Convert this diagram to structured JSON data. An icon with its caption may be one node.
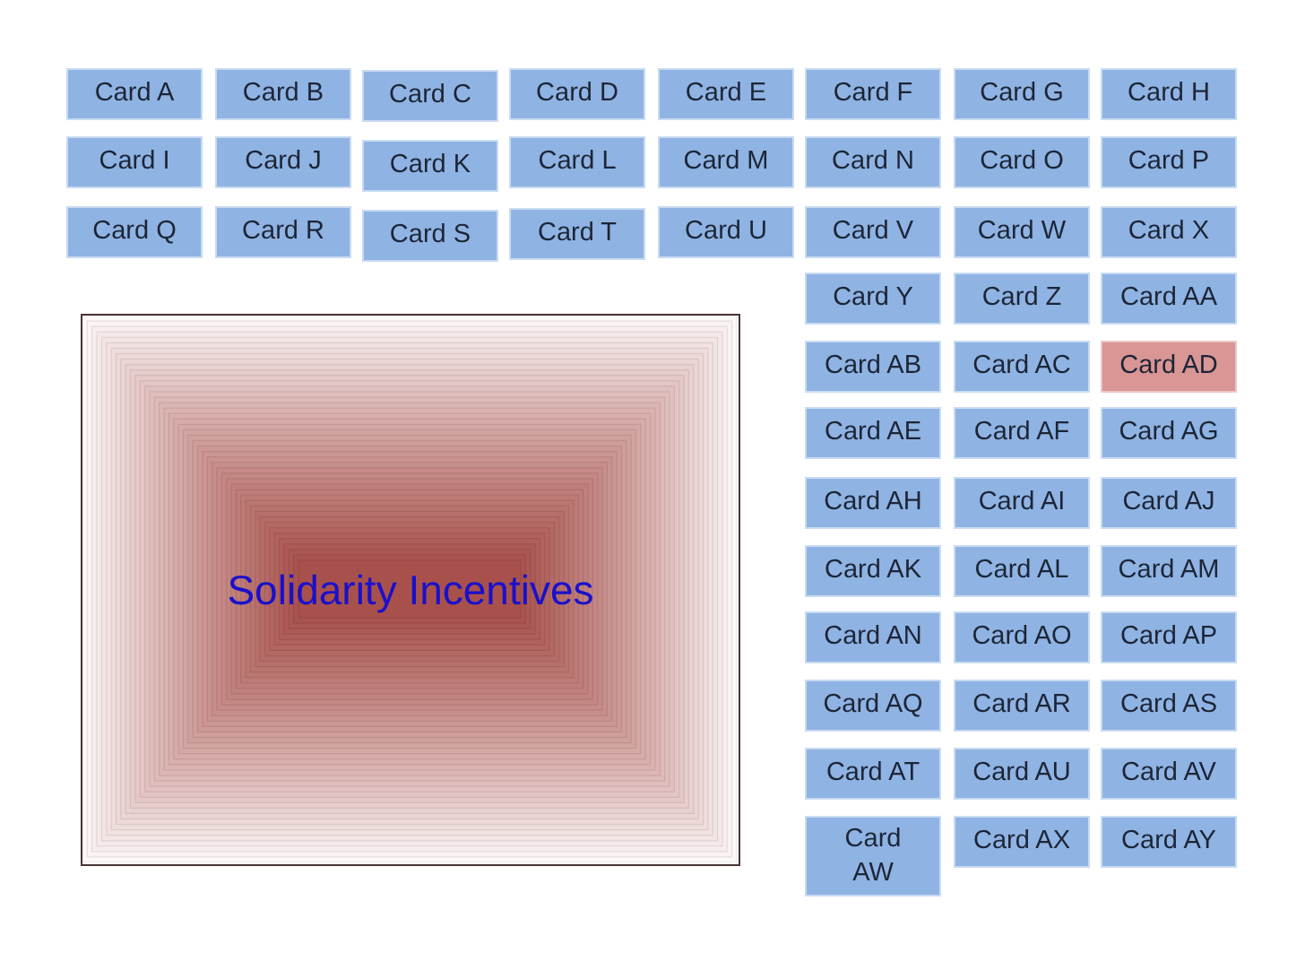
{
  "diagram": {
    "nodes": [
      {
        "text": [
          "Card A"
        ]
      },
      {
        "text": [
          "Card B"
        ]
      },
      {
        "text": [
          "Card C"
        ]
      },
      {
        "text": [
          "Card D"
        ]
      },
      {
        "text": [
          "Card E"
        ]
      },
      {
        "text": [
          "Card F"
        ]
      },
      {
        "text": [
          "Card G"
        ]
      },
      {
        "text": [
          "Card H"
        ]
      },
      {
        "text": [
          "Card I"
        ]
      },
      {
        "text": [
          "Card J"
        ]
      },
      {
        "text": [
          "Card K"
        ]
      },
      {
        "text": [
          "Card L"
        ]
      },
      {
        "text": [
          "Card M"
        ]
      },
      {
        "text": [
          "Card N"
        ]
      },
      {
        "text": [
          "Card O"
        ]
      },
      {
        "text": [
          "Card P"
        ]
      },
      {
        "text": [
          "Card Q"
        ]
      },
      {
        "text": [
          "Card R"
        ]
      },
      {
        "text": [
          "Card S"
        ]
      },
      {
        "text": [
          "Card T"
        ]
      },
      {
        "text": [
          "Card U"
        ]
      },
      {
        "text": [
          "Card V"
        ]
      },
      {
        "text": [
          "Card W"
        ]
      },
      {
        "text": [
          "Card X"
        ]
      },
      {
        "text": [
          "Card Y"
        ]
      },
      {
        "text": [
          "Card Z"
        ]
      },
      {
        "text": [
          "Card AA"
        ]
      },
      {
        "text": [
          "Card AB"
        ]
      },
      {
        "text": [
          "Card AC"
        ]
      },
      {
        "text": [
          "Card AD"
        ]
      },
      {
        "text": [
          "Card AE"
        ]
      },
      {
        "text": [
          "Card AF"
        ]
      },
      {
        "text": [
          "Card AG"
        ]
      },
      {
        "text": [
          "Card AH"
        ]
      },
      {
        "text": [
          "Card AI"
        ]
      },
      {
        "text": [
          "Card AJ"
        ]
      },
      {
        "text": [
          "Card AK"
        ]
      },
      {
        "text": [
          "Card AL"
        ]
      },
      {
        "text": [
          "Card AM"
        ]
      },
      {
        "text": [
          "Card AN"
        ]
      },
      {
        "text": [
          "Card AO"
        ]
      },
      {
        "text": [
          "Card AP"
        ]
      },
      {
        "text": [
          "Card AQ"
        ]
      },
      {
        "text": [
          "Card AR"
        ]
      },
      {
        "text": [
          "Card AS"
        ]
      },
      {
        "text": [
          "Card AT"
        ]
      },
      {
        "text": [
          "Card AU"
        ]
      },
      {
        "text": [
          "Card AV"
        ]
      },
      {
        "text": [
          "Card AW"
        ]
      },
      {
        "text": [
          "Card AX"
        ]
      },
      {
        "text": [
          "Card AY"
        ]
      },
      {
        "text": [
          "Solidarity Incentives"
        ]
      }
    ]
  }
}
